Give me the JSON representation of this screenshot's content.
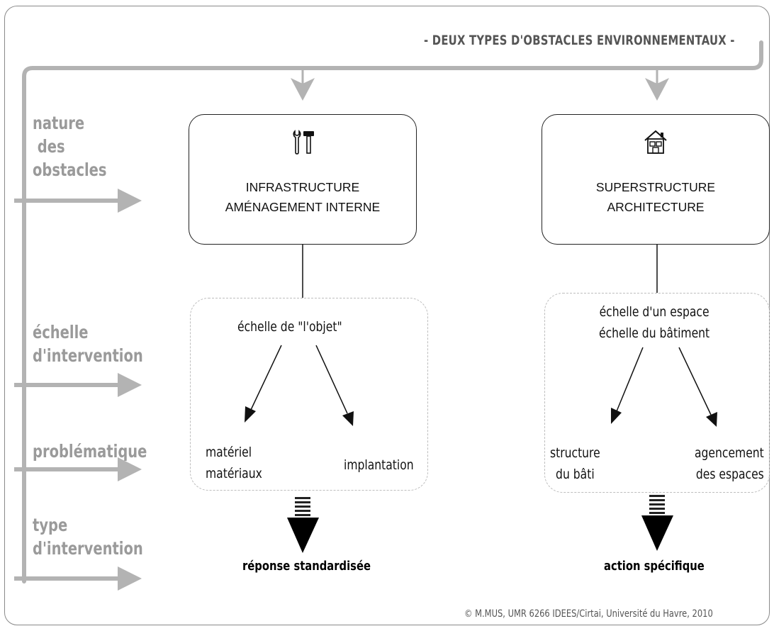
{
  "header": {
    "title": "- DEUX TYPES D'OBSTACLES ENVIRONNEMENTAUX -"
  },
  "side_labels": {
    "nature": [
      "nature",
      " des",
      "obstacles"
    ],
    "echelle": [
      "échelle",
      "d'intervention"
    ],
    "problematique": [
      "problématique"
    ],
    "type": [
      "type",
      "d'intervention"
    ]
  },
  "left": {
    "icon": "tools-icon",
    "box_lines": [
      "INFRASTRUCTURE",
      "AMÉNAGEMENT INTERNE"
    ],
    "scale": [
      "échelle de \"l'objet\""
    ],
    "branch_a": [
      "matériel",
      "matériaux"
    ],
    "branch_b": [
      "implantation"
    ],
    "result": "réponse standardisée"
  },
  "right": {
    "icon": "house-icon",
    "box_lines": [
      "SUPERSTRUCTURE",
      "ARCHITECTURE"
    ],
    "scale": [
      "échelle d'un espace",
      "échelle du bâtiment"
    ],
    "branch_a": [
      "structure",
      "du bâti"
    ],
    "branch_b": [
      "agencement",
      "des espaces"
    ],
    "result": "action spécifique"
  },
  "credit": "© M.MUS, UMR 6266 IDEES/Cirtai, Université du Havre, 2010",
  "colors": {
    "grey_line": "#b3b3b3",
    "dark": "#111111",
    "side_text": "#9a9a9a"
  }
}
